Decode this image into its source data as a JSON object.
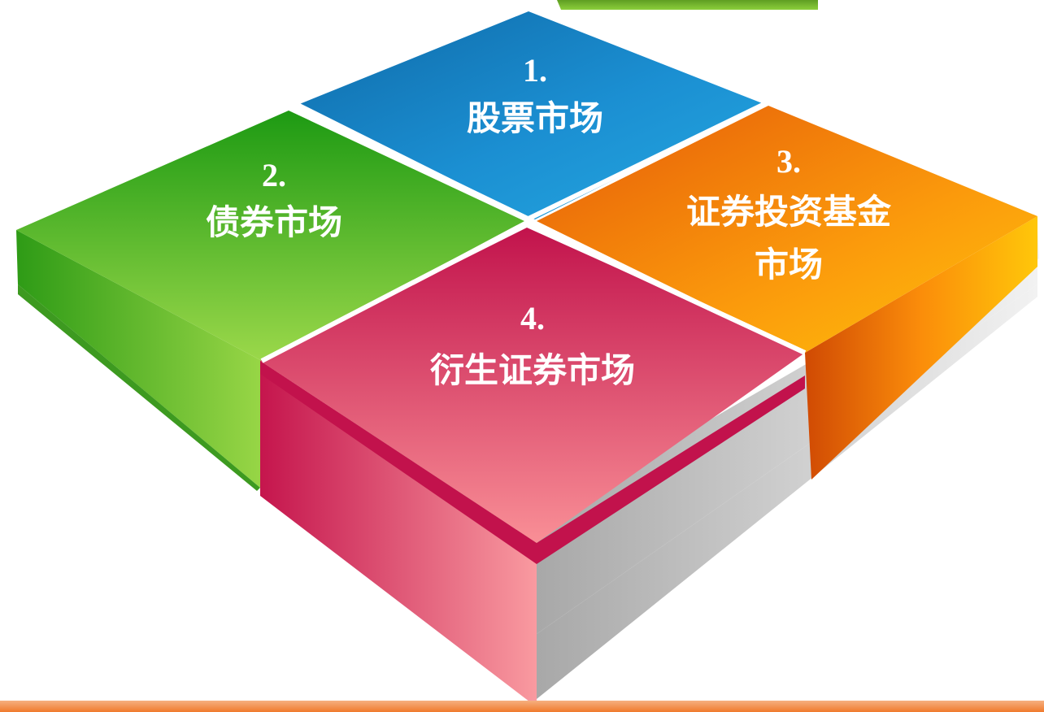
{
  "diagram": {
    "tiles": [
      {
        "number": "1.",
        "lines": [
          "股票市场"
        ]
      },
      {
        "number": "2.",
        "lines": [
          "债券市场"
        ]
      },
      {
        "number": "3.",
        "lines": [
          "证券投资基金",
          "市场"
        ]
      },
      {
        "number": "4.",
        "lines": [
          "衍生证券市场"
        ]
      }
    ]
  },
  "colors": {
    "stock_tile": "#1f8fd0",
    "bond_tile": "#5cb82c",
    "fund_tile": "#f98b0a",
    "derivative_tile": "#d42a57",
    "header_bar": "#76b52e",
    "footer_line": "#f08a3a"
  }
}
